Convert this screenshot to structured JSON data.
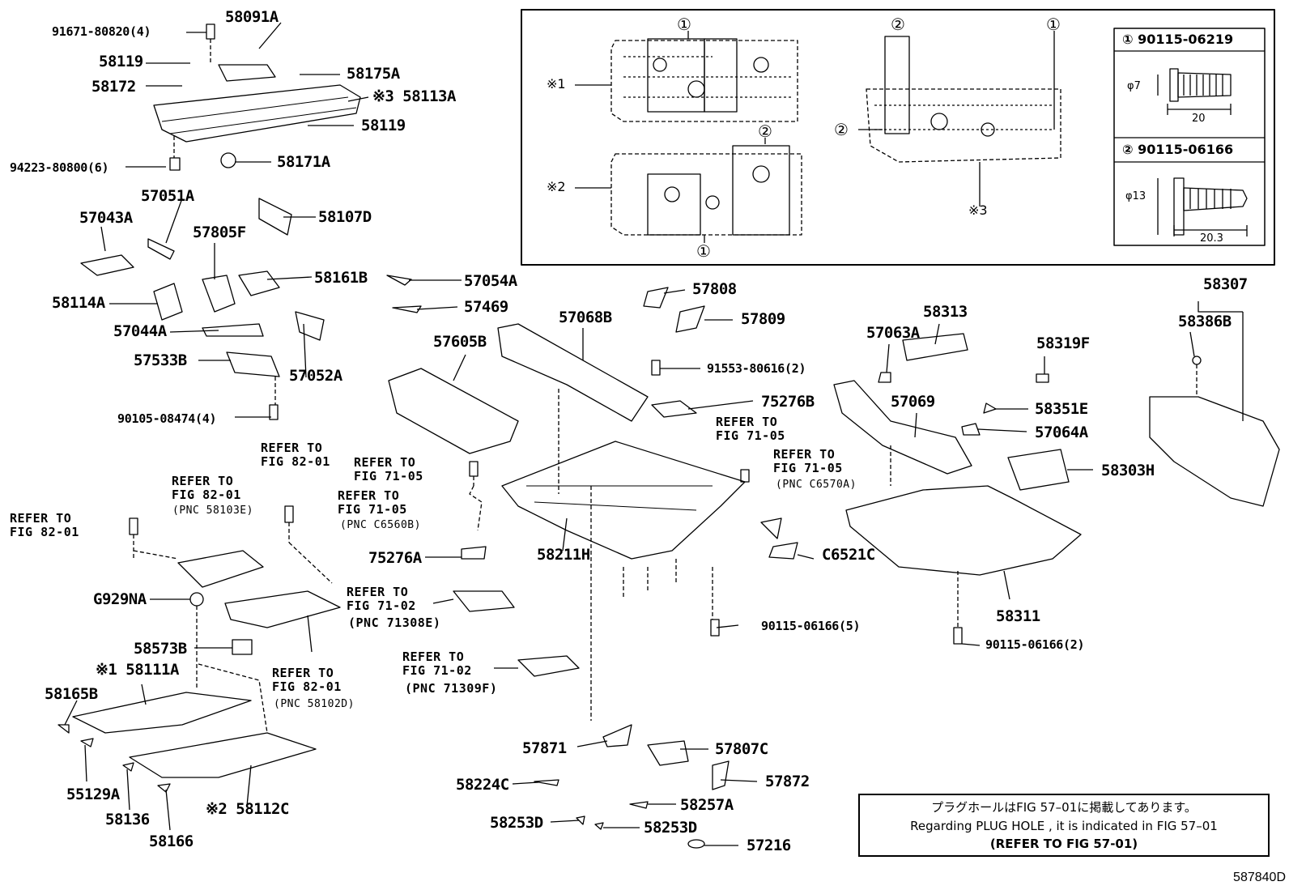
{
  "labels": {
    "l_91671": "91671-80820(4)",
    "l_58091A": "58091A",
    "l_58119a": "58119",
    "l_58175A": "58175A",
    "l_58172": "58172",
    "l_58113A": "※3 58113A",
    "l_58119b": "58119",
    "l_94223": "94223-80800(6)",
    "l_58171A": "58171A",
    "l_57051A": "57051A",
    "l_58107D": "58107D",
    "l_57043A": "57043A",
    "l_57805F": "57805F",
    "l_58161B": "58161B",
    "l_57054A": "57054A",
    "l_58114A": "58114A",
    "l_57469": "57469",
    "l_57044A": "57044A",
    "l_57533B": "57533B",
    "l_57052A": "57052A",
    "l_90105": "90105-08474(4)",
    "l_57808": "57808",
    "l_57068B": "57068B",
    "l_57809": "57809",
    "l_57605B": "57605B",
    "l_91553": "91553-80616(2)",
    "l_75276B": "75276B",
    "l_75276A": "75276A",
    "l_58211H": "58211H",
    "l_C6521C": "C6521C",
    "l_90115_5": "90115-06166(5)",
    "l_G929NA": "G929NA",
    "l_58573B": "58573B",
    "l_58111A": "※1 58111A",
    "l_58165B": "58165B",
    "l_55129A": "55129A",
    "l_58136": "58136",
    "l_58166": "58166",
    "l_58112C": "※2 58112C",
    "l_57871": "57871",
    "l_57807C": "57807C",
    "l_58224C": "58224C",
    "l_57872": "57872",
    "l_58257A": "58257A",
    "l_58253Da": "58253D",
    "l_58253Db": "58253D",
    "l_57216": "57216",
    "l_58307": "58307",
    "l_58386B": "58386B",
    "l_58313": "58313",
    "l_57063A": "57063A",
    "l_58319F": "58319F",
    "l_57069": "57069",
    "l_58351E": "58351E",
    "l_57064A": "57064A",
    "l_58303H": "58303H",
    "l_58311": "58311",
    "l_90115_2": "90115-06166(2)"
  },
  "refs": {
    "r1": "REFER TO\nFIG 82-01",
    "r2": "REFER TO\nFIG 82-01",
    "r2p": "(PNC 58103E)",
    "r3": "REFER TO\nFIG 82-01",
    "r4": "REFER TO\nFIG 71-05",
    "r5": "REFER TO\nFIG 71-05",
    "r5p": "(PNC C6560B)",
    "r6": "REFER TO\nFIG 71-05",
    "r7": "REFER TO\nFIG 71-05",
    "r7p": "(PNC C6570A)",
    "r8": "REFER TO\nFIG 71-02",
    "r8p": "(PNC 71308E)",
    "r9": "REFER TO\nFIG 71-02",
    "r9p": "(PNC 71309F)",
    "r10": "REFER TO\nFIG 82-01",
    "r10p": "(PNC 58102D)"
  },
  "inset": {
    "m1a": "①",
    "m1b": "①",
    "m2a": "②",
    "m2b": "②",
    "m2c": "②",
    "m1c": "①",
    "s1": "※1",
    "s2": "※2",
    "s3": "※3",
    "b1_title": "① 90115-06219",
    "b1_dia": "φ7",
    "b1_len": "20",
    "b2_title": "② 90115-06166",
    "b2_dia": "φ13",
    "b2_len": "20.3"
  },
  "note": {
    "line1": "プラグホールはFIG 57–01に掲載してあります。",
    "line2": "Regarding PLUG HOLE , it is indicated in FIG 57–01",
    "line3": "(REFER TO FIG 57-01)"
  },
  "code": "587840D"
}
